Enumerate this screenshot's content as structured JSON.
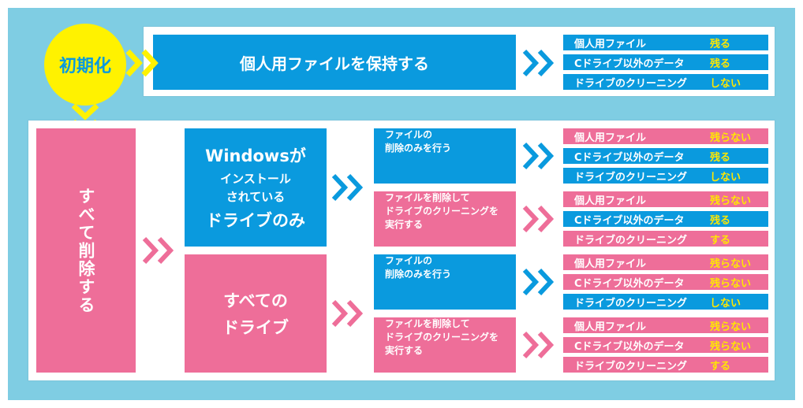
{
  "circle_label": "初期化",
  "top": {
    "main_label": "個人用ファイルを保持する",
    "results": [
      {
        "label": "個人用ファイル",
        "value": "残る"
      },
      {
        "label": "Cドライブ以外のデータ",
        "value": "残る"
      },
      {
        "label": "ドライブのクリーニング",
        "value": "しない"
      }
    ]
  },
  "bottom": {
    "main_label": "すべて削除する",
    "drive_windows": {
      "line1": "Windowsが",
      "line2": "インストール",
      "line3": "されている",
      "line4": "ドライブのみ"
    },
    "drive_all": {
      "line1": "すべての",
      "line2": "ドライブ"
    },
    "option_files_only": {
      "line1": "ファイルの",
      "line2": "削除のみを行う"
    },
    "option_clean": {
      "line1": "ファイルを削除して",
      "line2": "ドライブのクリーニングを",
      "line3": "実行する"
    },
    "results": [
      [
        {
          "label": "個人用ファイル",
          "value": "残らない"
        },
        {
          "label": "Cドライブ以外のデータ",
          "value": "残る"
        },
        {
          "label": "ドライブのクリーニング",
          "value": "しない"
        }
      ],
      [
        {
          "label": "個人用ファイル",
          "value": "残らない"
        },
        {
          "label": "Cドライブ以外のデータ",
          "value": "残る"
        },
        {
          "label": "ドライブのクリーニング",
          "value": "する"
        }
      ],
      [
        {
          "label": "個人用ファイル",
          "value": "残らない"
        },
        {
          "label": "Cドライブ以外のデータ",
          "value": "残らない"
        },
        {
          "label": "ドライブのクリーニング",
          "value": "しない"
        }
      ],
      [
        {
          "label": "個人用ファイル",
          "value": "残らない"
        },
        {
          "label": "Cドライブ以外のデータ",
          "value": "残らない"
        },
        {
          "label": "ドライブのクリーニング",
          "value": "する"
        }
      ]
    ]
  },
  "colors": {
    "blue": "#0a9ade",
    "pink": "#ee6e99",
    "yellow": "#fff200",
    "value_text": "#ffe800",
    "frame": "#7fcde3"
  }
}
